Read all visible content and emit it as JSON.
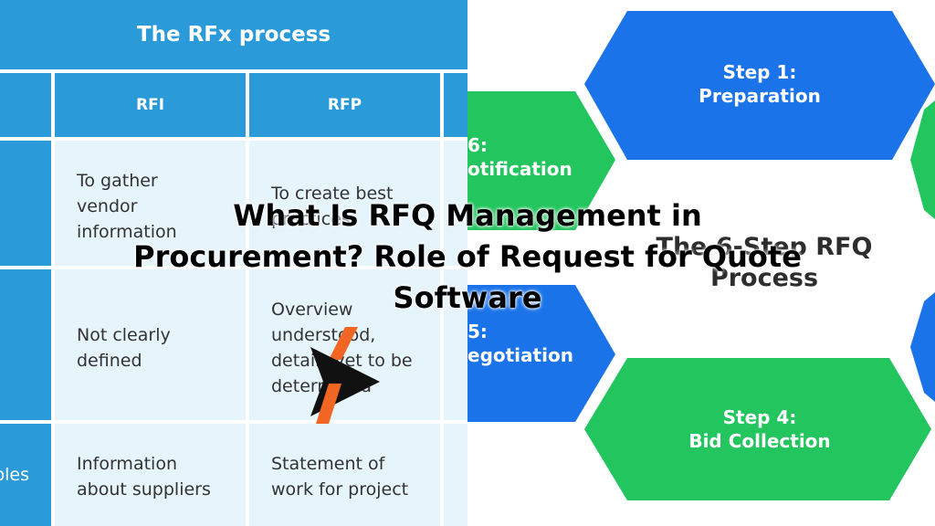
{
  "rfx_table": {
    "title": "The RFx process",
    "columns": [
      "RFI",
      "RFP"
    ],
    "rows": [
      {
        "label": "",
        "rfi": "To gather vendor information",
        "rfp": "To create best practices"
      },
      {
        "label": "",
        "rfi": "Not clearly defined",
        "rfp": "Overview understood, details yet to be determined"
      },
      {
        "label": "bles",
        "rfi": "Information about suppliers",
        "rfp": "Statement of work for project"
      }
    ]
  },
  "rfq_process": {
    "title": "The 6-Step RFQ Process",
    "steps": [
      {
        "label": "Step 1:",
        "name": "Preparation",
        "color": "#1a73e8"
      },
      {
        "label": "Step 4:",
        "name": "Bid Collection",
        "color": "#22c55e"
      },
      {
        "label": "5:",
        "name": "egotiation",
        "color": "#1a73e8"
      },
      {
        "label": "6:",
        "name": "otification",
        "color": "#22c55e"
      }
    ]
  },
  "overlay": {
    "title": "What Is RFQ Management in Procurement? Role of Request for Quote Software"
  },
  "colors": {
    "header_blue": "#2b9ad8",
    "cell_bg": "#e6f4fc",
    "hex_blue": "#1a73e8",
    "hex_green": "#22c55e",
    "logo_orange": "#f26522"
  }
}
